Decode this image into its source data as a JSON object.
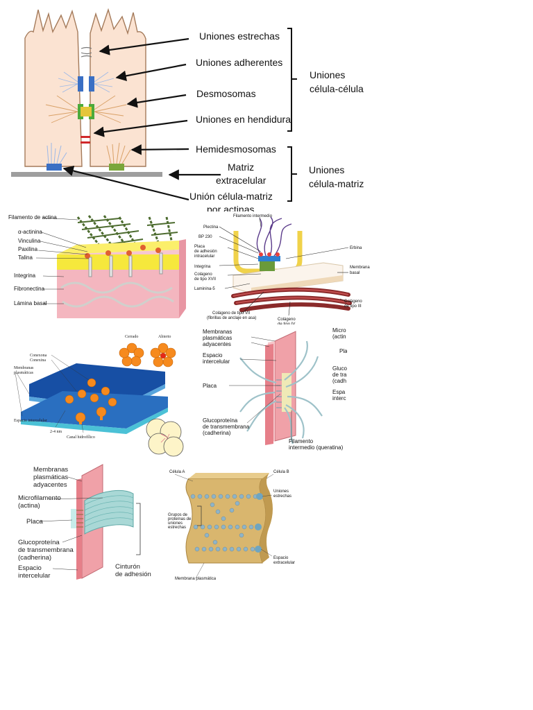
{
  "main": {
    "labels": [
      "Uniones estrechas",
      "Uniones adherentes",
      "Desmosomas",
      "Uniones en hendidura",
      "Hemidesmosomas",
      "Matriz",
      "extracelular",
      "Unión célula-matriz",
      "por actinas"
    ],
    "group1": [
      "Uniones",
      "célula-célula"
    ],
    "group2": [
      "Uniones",
      "célula-matriz"
    ]
  },
  "focal": {
    "labels": [
      "Filamento de actina",
      "α-actinina",
      "Vinculina",
      "Paxilina",
      "Talina",
      "Integrina",
      "Fibronectina",
      "Lámina basal"
    ]
  },
  "hemi": {
    "labels": [
      "Filamento intermedio",
      "Plectina",
      "BP 230",
      "Placa",
      "de adhesión",
      "intracelular",
      "Integrina",
      "Colágeno",
      "de tipo XVII",
      "Laminina-5",
      "Erbina",
      "Membrana",
      "basal",
      "Colágeno de tipo VII",
      "(fibrillas de anclaje en asa)",
      "Colágeno",
      "de tipo IV",
      "Colágeno",
      "de tipo III"
    ]
  },
  "gap": {
    "labels": [
      "Cerrado",
      "Abierto",
      "Conexona",
      "Conexina",
      "Membranas",
      "plasmáticas",
      "Espacio intercelular",
      "2-4 nm",
      "Canal hidrofílico"
    ]
  },
  "desmo": {
    "labels": [
      "Membranas",
      "plasmáticas",
      "adyacentes",
      "Espacio",
      "intercelular",
      "Placa",
      "Glucoproteína",
      "de transmembrana",
      "(cadherina)",
      "Filamento",
      "intermedio (queratina)"
    ],
    "cut": [
      "Micro",
      "(actin",
      "Pla",
      "Gluco",
      "de tra",
      "(cadh",
      "Espa",
      "interc"
    ]
  },
  "adherens": {
    "labels": [
      "Membranas",
      "plasmáticas",
      "adyacentes",
      "Microfilamento",
      "(actina)",
      "Placa",
      "Glucoproteína",
      "de transmembrana",
      "(cadherina)",
      "Espacio",
      "intercelular",
      "Cinturón",
      "de adhesión"
    ]
  },
  "tight": {
    "labels": [
      "Célula A",
      "Célula B",
      "Uniones",
      "estrechas",
      "Grupos de",
      "proteínas de",
      "uniones",
      "estrechas",
      "Espacio",
      "extracelular",
      "Membrana plasmática"
    ]
  }
}
